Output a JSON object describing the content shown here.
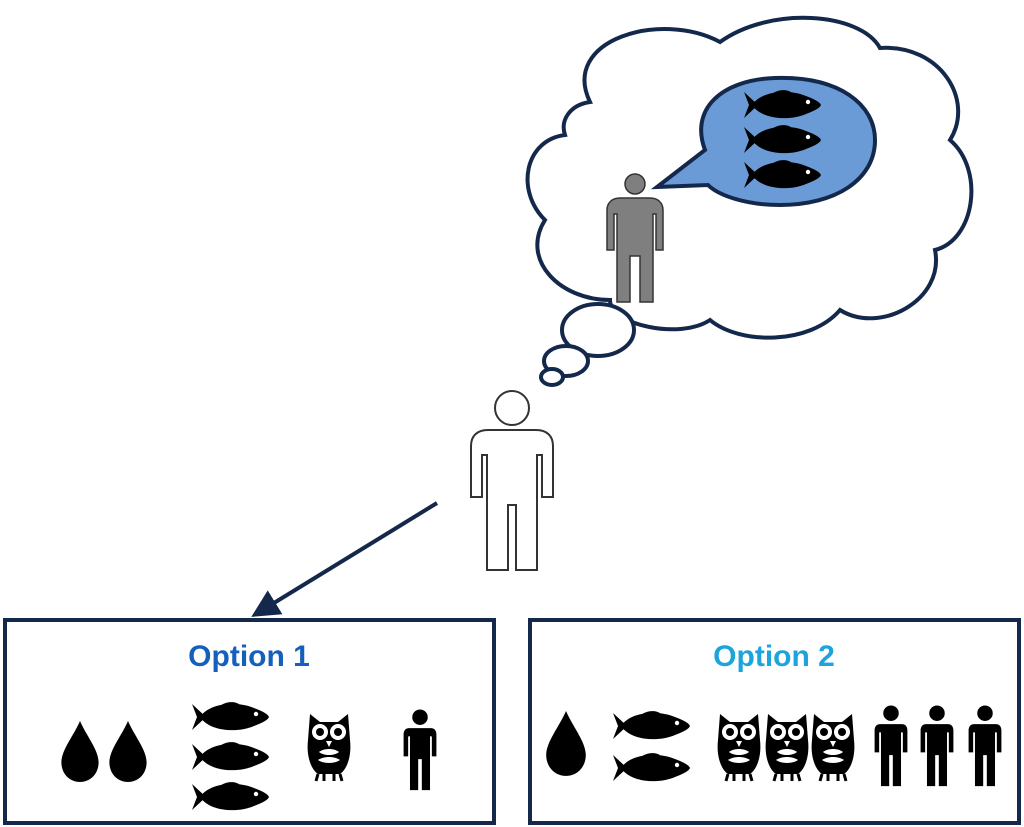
{
  "options": [
    {
      "title": "Option 1",
      "title_color": "#1560bd",
      "items": {
        "water-drop-icon": 2,
        "fish-icon": 3,
        "owl-icon": 1,
        "person-icon": 1
      }
    },
    {
      "title": "Option 2",
      "title_color": "#1ca4dc",
      "items": {
        "water-drop-icon": 1,
        "fish-icon": 2,
        "owl-icon": 3,
        "person-icon": 3
      }
    }
  ],
  "thought": {
    "speech_fill": "#6a9bd6",
    "outline_color": "#13284b",
    "imagined_person_fill": "#7f7f7f",
    "speech_fish_count": 3
  },
  "chosen_option": "Option 1"
}
